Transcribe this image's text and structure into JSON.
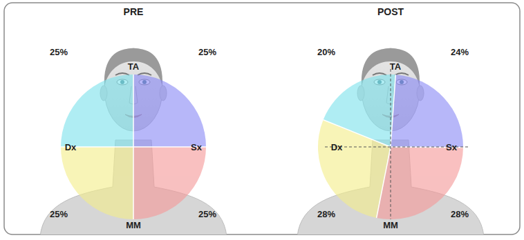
{
  "diagram": {
    "labels": [
      "PRE",
      "25%",
      "TA",
      "25%",
      "Dx",
      "Sx",
      "25%",
      "MM",
      "25%",
      "POST",
      "20%",
      "TA",
      "24%",
      "Dx",
      "Sx",
      "28%",
      "MM",
      "28%"
    ]
  }
}
